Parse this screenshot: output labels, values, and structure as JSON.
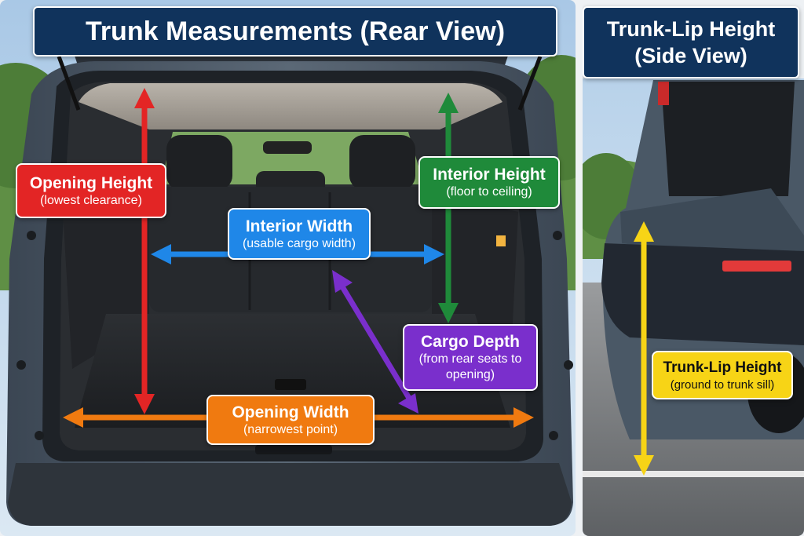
{
  "rear_view": {
    "title": "Trunk Measurements (Rear View)",
    "measurements": {
      "opening_height": {
        "title": "Opening Height",
        "subtitle": "(lowest clearance)",
        "color": "#e32525"
      },
      "interior_height": {
        "title": "Interior Height",
        "subtitle": "(floor to ceiling)",
        "color": "#1f8a3a"
      },
      "interior_width": {
        "title": "Interior Width",
        "subtitle": "(usable cargo width)",
        "color": "#1f87e8"
      },
      "cargo_depth": {
        "title": "Cargo Depth",
        "subtitle": "(from rear seats to opening)",
        "color": "#7a2fcc"
      },
      "opening_width": {
        "title": "Opening Width",
        "subtitle": "(narrowest point)",
        "color": "#f07a10"
      }
    }
  },
  "side_view": {
    "title": "Trunk-Lip Height (Side View)",
    "measurements": {
      "trunk_lip_height": {
        "title": "Trunk-Lip Height",
        "subtitle": "(ground to trunk sill)",
        "color": "#f7d416"
      }
    }
  }
}
